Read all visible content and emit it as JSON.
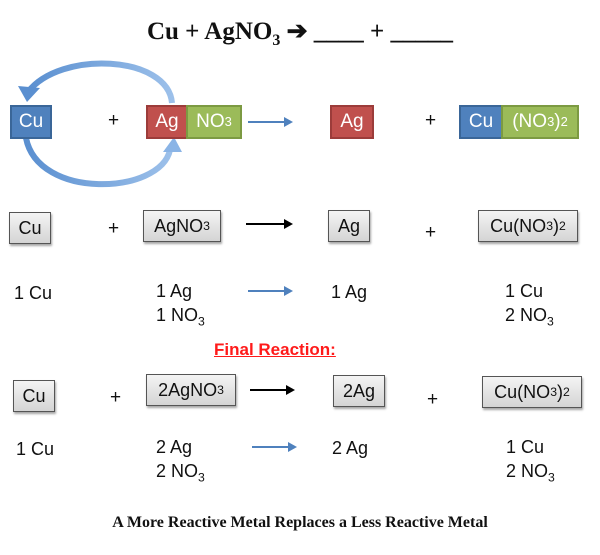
{
  "title": {
    "lhs": "Cu + AgNO",
    "lhs_sub": "3",
    "arrow": "➔",
    "rhs": "____ + _____"
  },
  "model_row": {
    "cu": "Cu",
    "plus1": "+",
    "ag": "Ag",
    "no3": "NO",
    "no3_sub": "3",
    "product_ag": "Ag",
    "plus2": "+",
    "product_cu": "Cu",
    "product_no3_prefix": "(NO",
    "product_no3_sub1": "3",
    "product_no3_close": ")",
    "product_no3_sub2": "2",
    "colors": {
      "cu": "#4f81bd",
      "ag": "#c0504d",
      "no3": "#9bbb59",
      "swap_arrow": "#6a9fd8",
      "arrow": "#4f81bd"
    }
  },
  "unbalanced": {
    "reactant1": "Cu",
    "plus1": "+",
    "reactant2": "AgNO",
    "reactant2_sub": "3",
    "product1": "Ag",
    "plus2": "+",
    "product2": "Cu(NO",
    "product2_sub1": "3",
    "product2_close": ")",
    "product2_sub2": "2",
    "counts": {
      "reactant1": [
        "1 Cu"
      ],
      "reactant2_line1": "1 Ag",
      "reactant2_line2": "1 NO",
      "reactant2_line2_sub": "3",
      "product1": [
        "1 Ag"
      ],
      "product2_line1": "1 Cu",
      "product2_line2": "2 NO",
      "product2_line2_sub": "3"
    }
  },
  "final_label": "Final Reaction:",
  "balanced": {
    "reactant1": "Cu",
    "plus1": "+",
    "reactant2": "2AgNO",
    "reactant2_sub": "3",
    "product1": "2Ag",
    "plus2": "+",
    "product2": "Cu(NO",
    "product2_sub1": "3",
    "product2_close": ")",
    "product2_sub2": "2",
    "counts": {
      "reactant1": [
        "1 Cu"
      ],
      "reactant2_line1": "2 Ag",
      "reactant2_line2": "2 NO",
      "reactant2_line2_sub": "3",
      "product1": [
        "2 Ag"
      ],
      "product2_line1": "1 Cu",
      "product2_line2": "2 NO",
      "product2_line2_sub": "3"
    }
  },
  "footer": "A More Reactive Metal Replaces a Less Reactive Metal"
}
